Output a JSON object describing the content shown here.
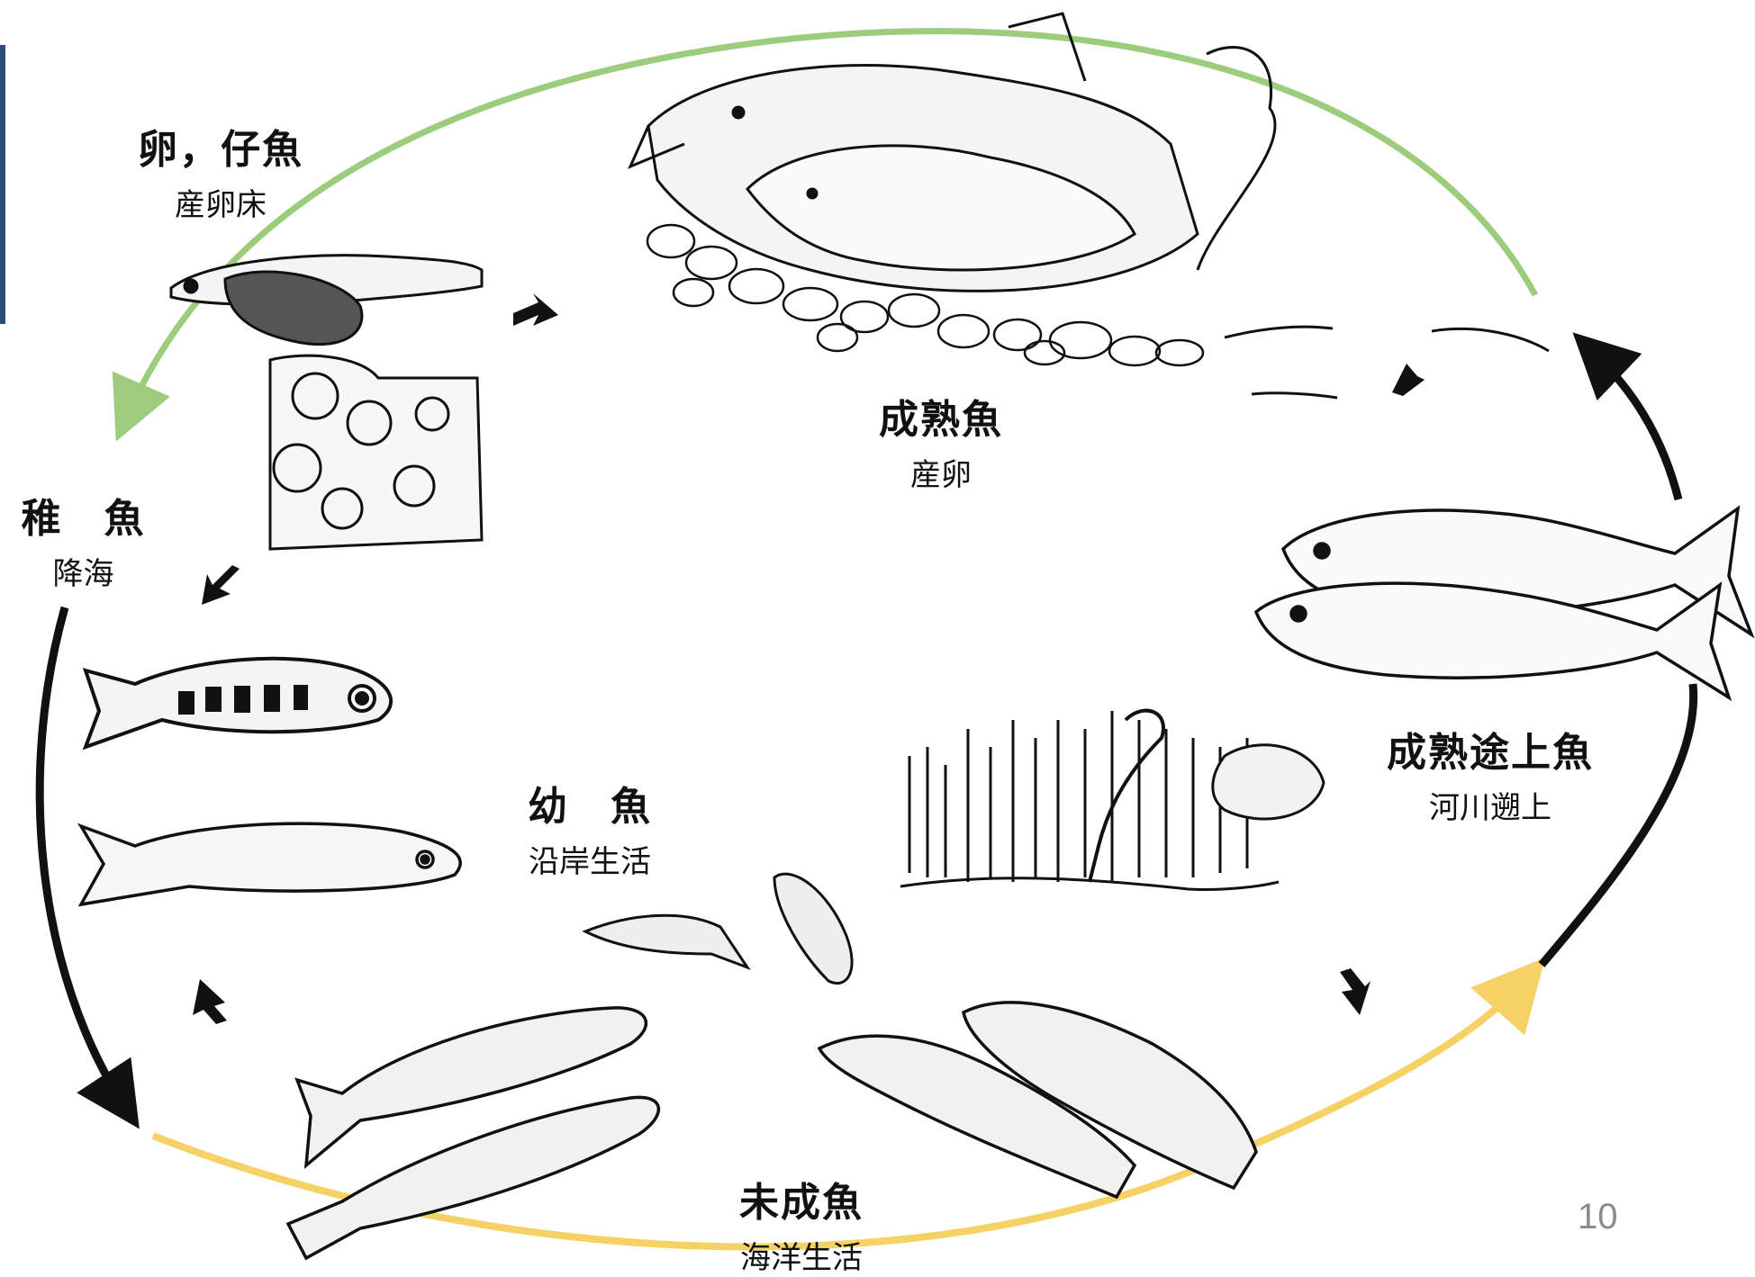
{
  "stages": {
    "egg": {
      "name": "卵，仔魚",
      "place": "産卵床"
    },
    "adult": {
      "name": "成熟魚",
      "place": "産卵"
    },
    "fry": {
      "name": "稚　魚",
      "place": "降海"
    },
    "juvenile": {
      "name": "幼　魚",
      "place": "沿岸生活"
    },
    "immature": {
      "name": "未成魚",
      "place": "海洋生活"
    },
    "maturing": {
      "name": "成熟途上魚",
      "place": "河川遡上"
    }
  },
  "page_number": "10",
  "colors": {
    "freshwater_arc": "#9ccc7c",
    "marine_arc": "#f6d165",
    "cycle_arrow": "#111111",
    "slide_edge": "#2c4a7a"
  }
}
